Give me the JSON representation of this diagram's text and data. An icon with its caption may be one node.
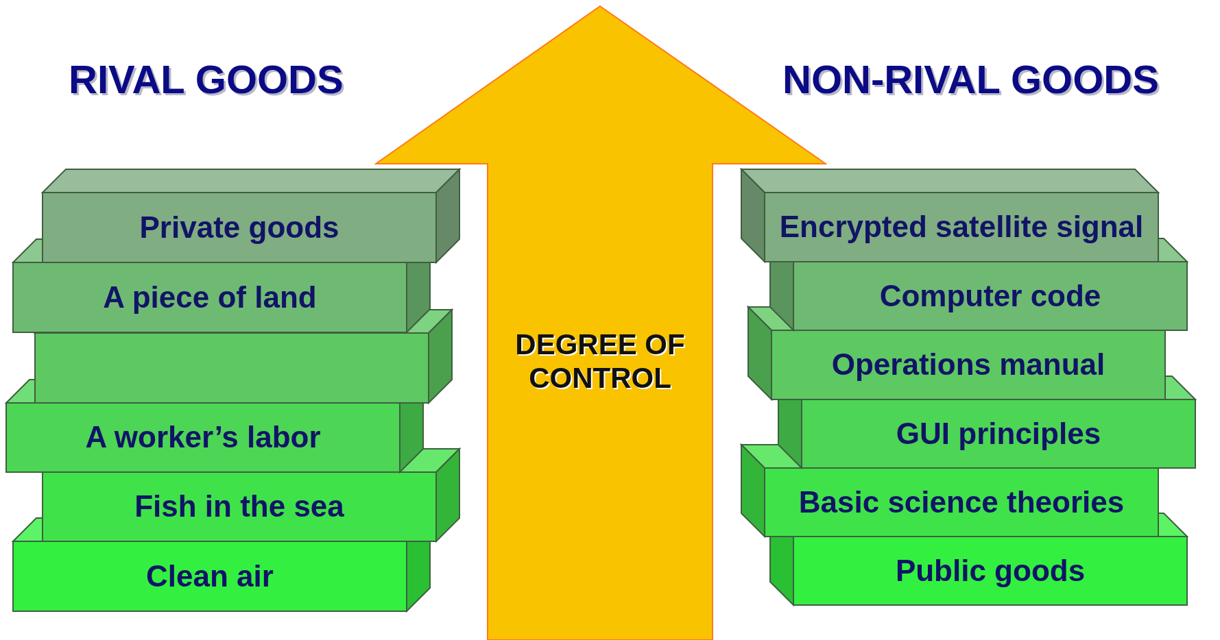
{
  "diagram": {
    "nodes": [
      {
        "text": [
          "DEGREE OF CONTROL"
        ]
      },
      {
        "text": [
          "Private goods"
        ]
      },
      {
        "text": [
          "A piece of land"
        ]
      },
      {
        "text": [],
        "shape": "box"
      },
      {
        "text": [
          "A worker’s labor"
        ]
      },
      {
        "text": [
          "Fish in the sea"
        ]
      },
      {
        "text": [
          "Clean air"
        ]
      },
      {
        "text": [
          "Encrypted satellite signal"
        ]
      },
      {
        "text": [
          "Computer code"
        ]
      },
      {
        "text": [
          "Operations manual"
        ]
      },
      {
        "text": [
          "GUI principles"
        ]
      },
      {
        "text": [
          "Basic science theories"
        ]
      },
      {
        "text": [
          "Public goods"
        ]
      }
    ],
    "edges": [],
    "labels": [
      "RIVAL GOODS",
      "NON-RIVAL GOODS"
    ]
  }
}
